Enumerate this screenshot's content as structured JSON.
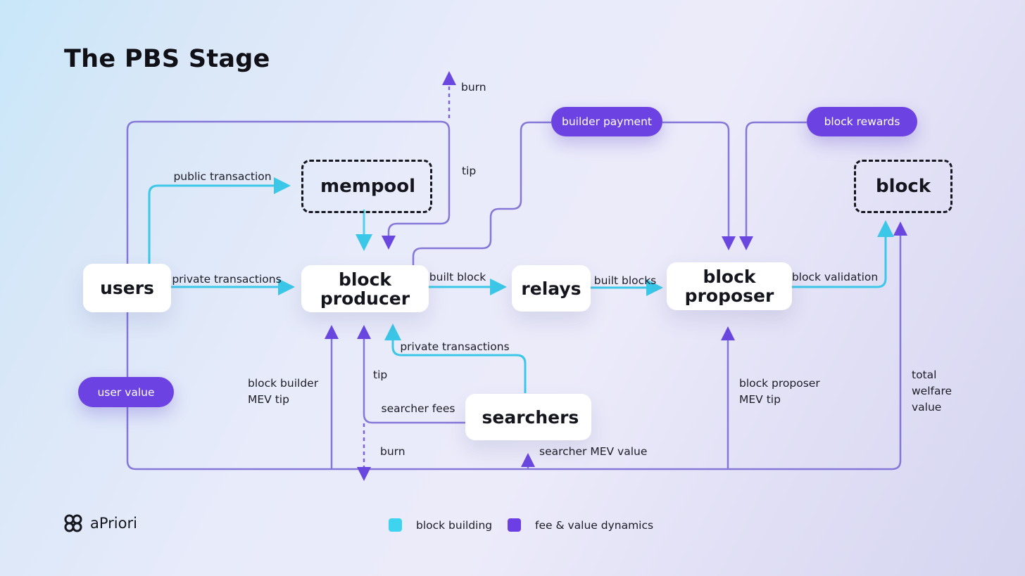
{
  "title": "The PBS Stage",
  "nodes": {
    "users": "users",
    "mempool": "mempool",
    "block_producer": "block producer",
    "relays": "relays",
    "block_proposer": "block proposer",
    "searchers": "searchers",
    "block": "block"
  },
  "pills": {
    "builder_payment": "builder payment",
    "block_rewards": "block rewards",
    "user_value": "user value"
  },
  "labels": {
    "public_transaction": "public transaction",
    "private_transactions_users": "private transactions",
    "built_block": "built block",
    "built_blocks": "built blocks",
    "block_validation": "block validation",
    "burn_top": "burn",
    "tip_top": "tip",
    "tip_bottom": "tip",
    "searcher_fees": "searcher fees",
    "private_transactions_searchers": "private transactions",
    "burn_bottom": "burn",
    "searcher_mev_value": "searcher MEV value",
    "block_builder_mev_tip": {
      "line1": "block builder",
      "line2": "MEV tip"
    },
    "block_proposer_mev_tip": {
      "line1": "block proposer",
      "line2": "MEV tip"
    },
    "total_welfare_value": {
      "line1": "total",
      "line2": "welfare",
      "line3": "value"
    }
  },
  "legend": {
    "block_building": {
      "label": "block building",
      "color": "#3ed3ef"
    },
    "fee_value_dynamics": {
      "label": "fee & value dynamics",
      "color": "#6b3fe4"
    }
  },
  "logo": {
    "brand": "aPriori"
  },
  "colors": {
    "flow_cyan": "#3bc7e8",
    "flow_purple": "#8577d8",
    "arrow_purple": "#6a48e0",
    "pill_purple": "#6c42e2"
  }
}
